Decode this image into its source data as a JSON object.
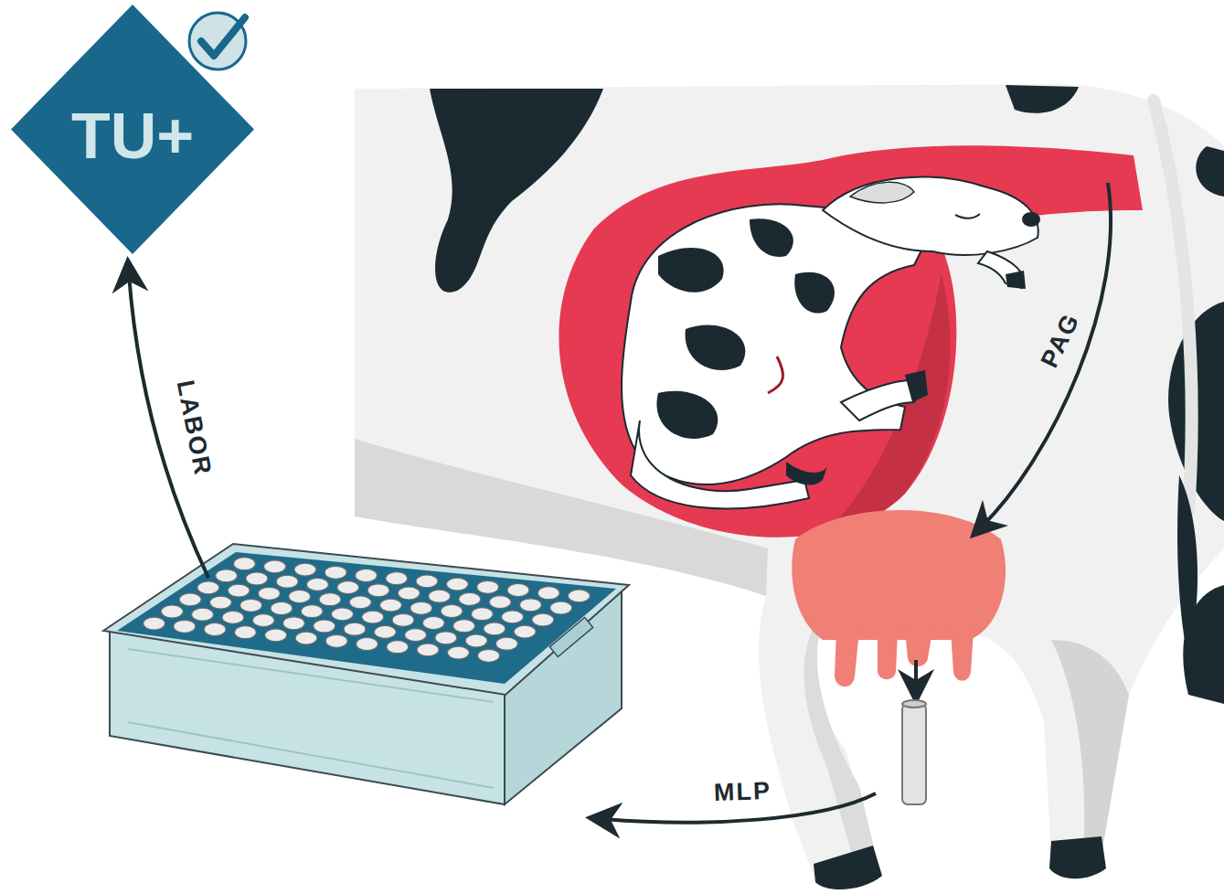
{
  "diagram": {
    "nodes": [
      {
        "text": [
          "TU+"
        ]
      }
    ],
    "labels": [
      "PAG",
      "MLP",
      "LABOR"
    ]
  }
}
